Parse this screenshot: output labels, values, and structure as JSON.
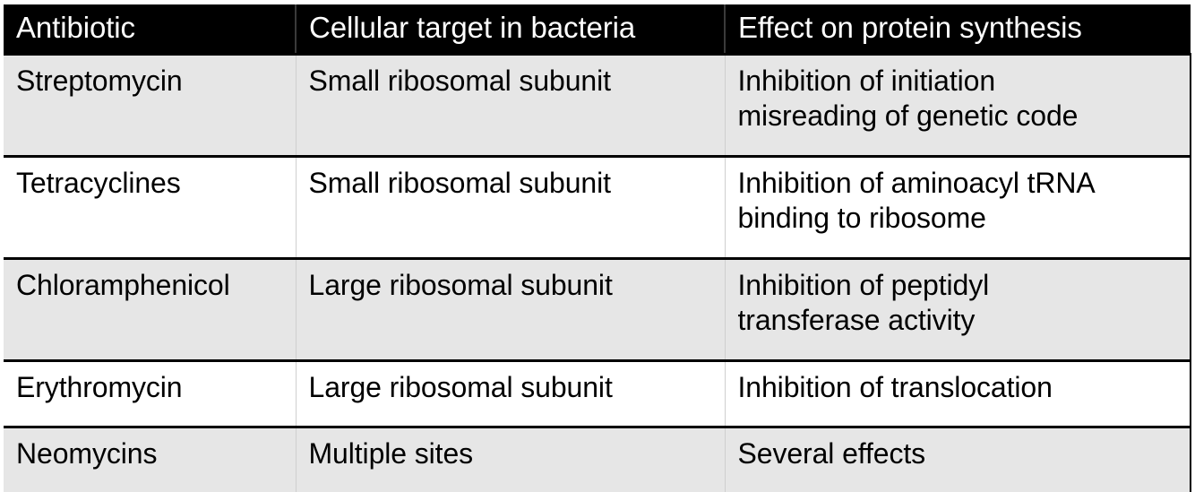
{
  "table": {
    "columns": [
      "Antibiotic",
      "Cellular target in bacteria",
      "Effect on protein synthesis"
    ],
    "rows": [
      {
        "antibiotic": "Streptomycin",
        "target": "Small ribosomal subunit",
        "effect_line1": "Inhibition of initiation",
        "effect_line2": "misreading of genetic code"
      },
      {
        "antibiotic": "Tetracyclines",
        "target": "Small ribosomal subunit",
        "effect_line1": "Inhibition of aminoacyl tRNA",
        "effect_line2": "binding to ribosome"
      },
      {
        "antibiotic": "Chloramphenicol",
        "target": "Large ribosomal subunit",
        "effect_line1": "Inhibition of peptidyl",
        "effect_line2": "transferase activity"
      },
      {
        "antibiotic": "Erythromycin",
        "target": "Large ribosomal subunit",
        "effect_line1": "Inhibition of translocation",
        "effect_line2": ""
      },
      {
        "antibiotic": "Neomycins",
        "target": "Multiple sites",
        "effect_line1": "Several effects",
        "effect_line2": ""
      }
    ]
  },
  "colors": {
    "header_background": "#000000",
    "header_text": "#ffffff",
    "row_shade": "#e6e6e6",
    "row_plain": "#ffffff",
    "border": "#000000",
    "body_text": "#000000"
  }
}
